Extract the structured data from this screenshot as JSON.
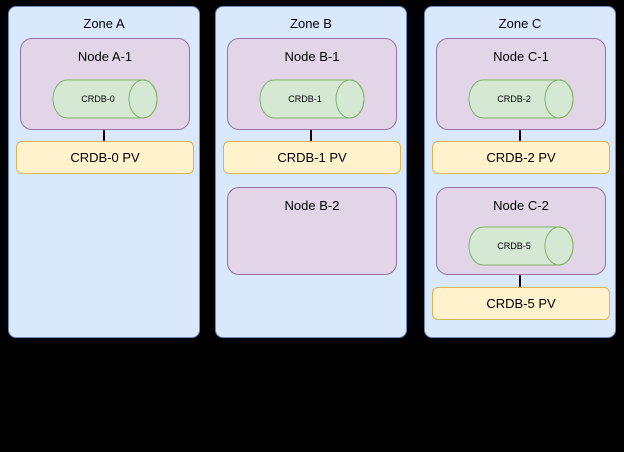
{
  "colors": {
    "background": "#000000",
    "zone_fill": "#dae8fc",
    "zone_border": "#6c8ebf",
    "node_fill": "#e1d5e7",
    "node_border": "#9673a6",
    "pod_fill": "#d5e8d4",
    "pod_border": "#82b366",
    "pv_fill": "#fff2cc",
    "pv_border": "#d6b656",
    "connector": "#000000"
  },
  "zones": [
    {
      "label": "Zone A",
      "nodes": [
        {
          "label": "Node A-1",
          "pod": "CRDB-0",
          "pv": "CRDB-0 PV"
        }
      ]
    },
    {
      "label": "Zone B",
      "nodes": [
        {
          "label": "Node B-1",
          "pod": "CRDB-1",
          "pv": "CRDB-1 PV"
        },
        {
          "label": "Node B-2"
        }
      ]
    },
    {
      "label": "Zone C",
      "nodes": [
        {
          "label": "Node C-1",
          "pod": "CRDB-2",
          "pv": "CRDB-2 PV"
        },
        {
          "label": "Node C-2",
          "pod": "CRDB-5",
          "pv": "CRDB-5 PV"
        }
      ]
    }
  ]
}
